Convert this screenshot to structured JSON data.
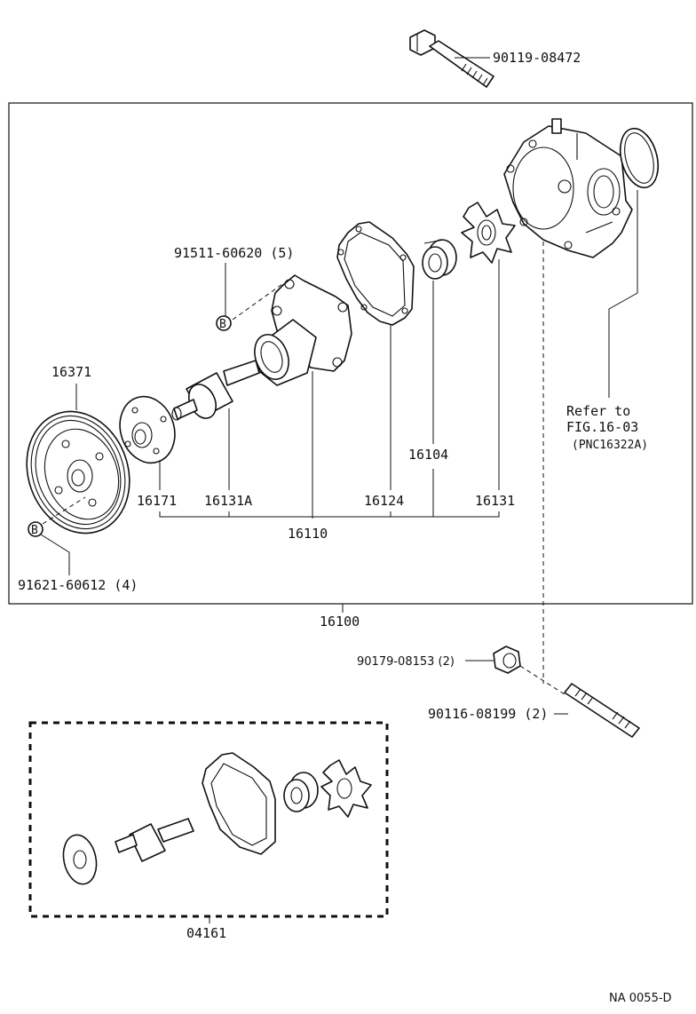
{
  "parts": {
    "bolt_top": "90119-08472",
    "bolt_b": "91511-60620 (5)",
    "pulley": "16371",
    "pulley_bolt": "91621-60612 (4)",
    "seat": "16171",
    "shaft": "16131A",
    "pump_body": "16110",
    "gasket": "16124",
    "seal": "16104",
    "rotor": "16131",
    "assembly": "16100",
    "nut": "90179-08153 (2)",
    "stud": "90116-08199 (2)",
    "kit": "04161"
  },
  "marker": "B",
  "refer": {
    "line1": "Refer to",
    "line2": "FIG.16-03",
    "line3": "(PNC16322A)"
  },
  "footer_code": "NA  0055-D"
}
